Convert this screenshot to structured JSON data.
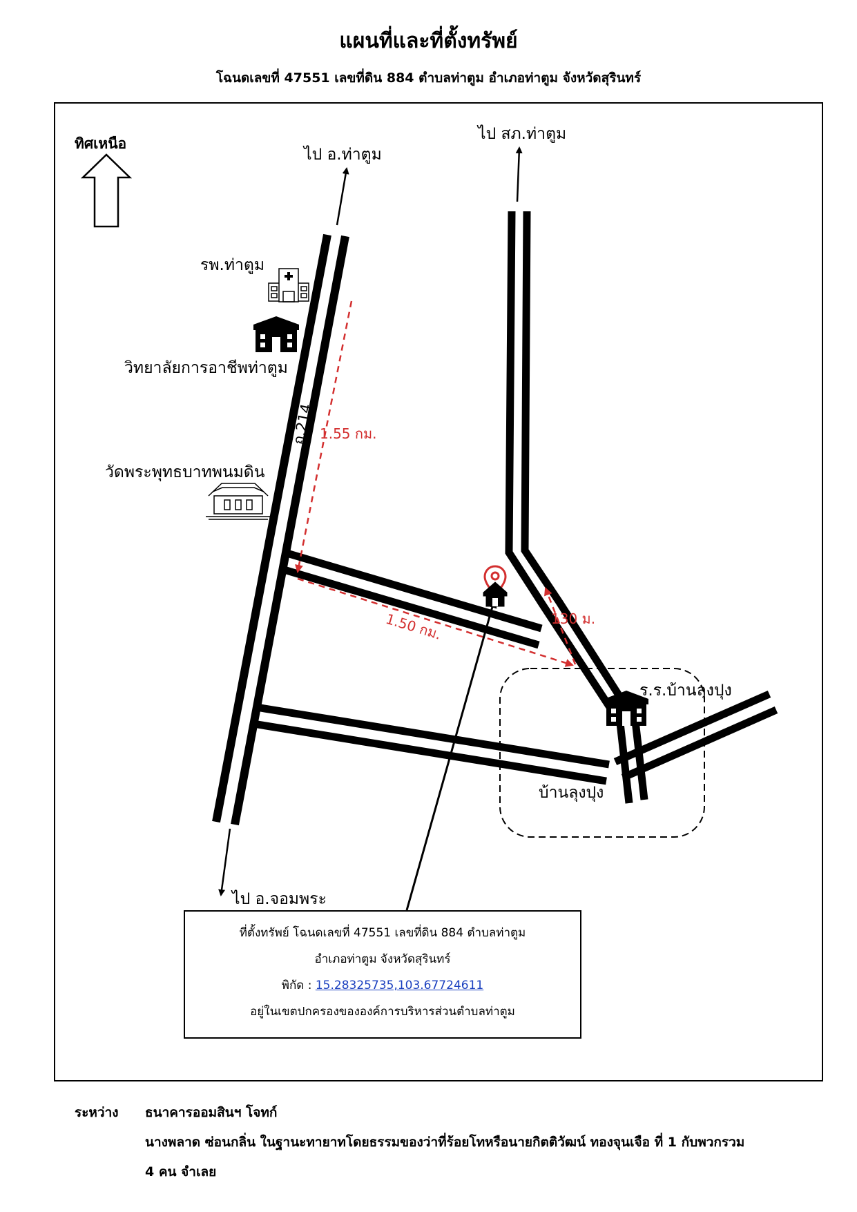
{
  "header": {
    "title": "แผนที่และที่ตั้งทรัพย์",
    "subtitle": "โฉนดเลขที่ 47551 เลขที่ดิน 884 ตำบลท่าตูม อำเภอท่าตูม จังหวัดสุรินทร์"
  },
  "map": {
    "north_label": "ทิศเหนือ",
    "to_tha_tum": "ไป อ.ท่าตูม",
    "to_police": "ไป สภ.ท่าตูม",
    "to_chom_phra": "ไป อ.จอมพระ",
    "hospital": "รพ.ท่าตูม",
    "college": "วิทยาลัยการอาชีพท่าตูม",
    "temple": "วัดพระพุทธบาทพนมดิน",
    "road_name": "ถ.214",
    "dist_1": "1.55 กม.",
    "dist_2": "1.50 กม.",
    "dist_3": "130 ม.",
    "school": "ร.ร.บ้านลุงปุง",
    "village": "บ้านลุงปุง",
    "accent_color": "#d32f2f"
  },
  "info_box": {
    "line1": "ที่ตั้งทรัพย์ โฉนดเลขที่ 47551 เลขที่ดิน 884  ตำบลท่าตูม",
    "line2": "อำเภอท่าตูม จังหวัดสุรินทร์",
    "coord_label": "พิกัด : ",
    "coord_value": "15.28325735,103.67724611",
    "line4": "อยู่ในเขตปกครองขององค์การบริหารส่วนตำบลท่าตูม"
  },
  "footer": {
    "between_label": "ระหว่าง",
    "party1": "ธนาคารออมสินฯ โจทก์",
    "party2": "นางพลาด ซ่อนกลิ่น ในฐานะทายาทโดยธรรมของว่าที่ร้อยโทหรือนายกิตติวัฒน์ ทองจุนเจือ ที่ 1 กับพวกรวม",
    "party3": "4 คน  จำเลย"
  }
}
